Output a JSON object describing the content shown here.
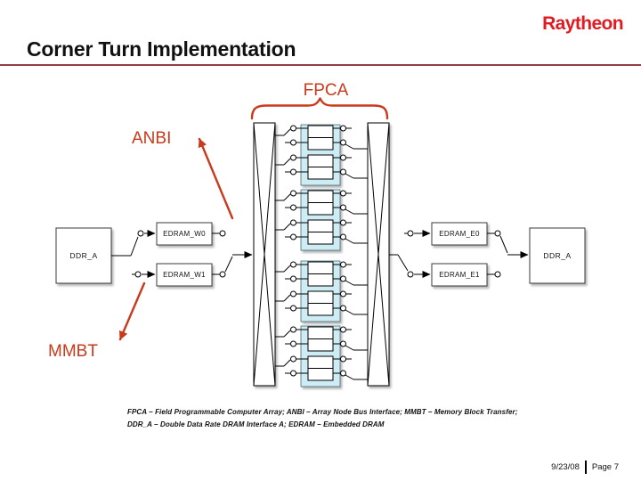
{
  "header": {
    "title": "Corner Turn Implementation",
    "logo": "Raytheon"
  },
  "callouts": {
    "fpca": "FPCA",
    "anbi": "ANBI",
    "mmbt": "MMBT"
  },
  "blocks": {
    "ddr_left": "DDR_A",
    "edram_w0": "EDRAM_W0",
    "edram_w1": "EDRAM_W1",
    "edram_e0": "EDRAM_E0",
    "edram_e1": "EDRAM_E1",
    "ddr_right": "DDR_A"
  },
  "footnote": {
    "line1": "FPCA – Field Programmable Computer Array; ANBI – Array Node Bus Interface; MMBT – Memory Block Transfer;",
    "line2": "DDR_A – Double Data Rate DRAM Interface A; EDRAM – Embedded DRAM"
  },
  "footer": {
    "date": "9/23/08",
    "page": "Page 7"
  },
  "colors": {
    "accent_red": "#c9391b",
    "logo_red": "#e21b22",
    "rule_red": "#993b47",
    "cyan_fill": "#cdecf4"
  }
}
